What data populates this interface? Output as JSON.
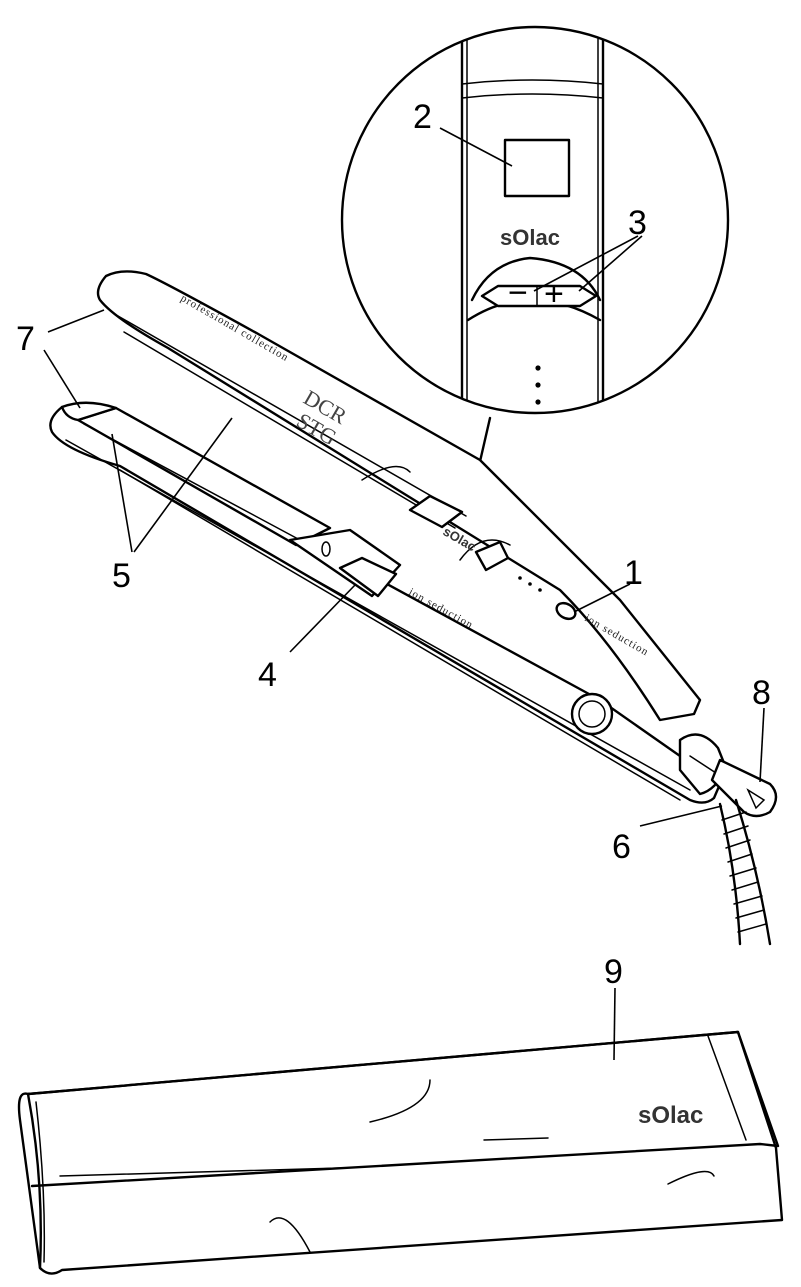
{
  "brand": "sOlac",
  "texts": {
    "professional": "professional collection",
    "ion_upper": "ion seduction",
    "ion_lower": "ion seduction",
    "model_a": "DCR",
    "model_b": "STG",
    "minus": "−",
    "plus": "+"
  },
  "callouts": [
    {
      "id": "1",
      "label": "1"
    },
    {
      "id": "2",
      "label": "2"
    },
    {
      "id": "3",
      "label": "3"
    },
    {
      "id": "4",
      "label": "4"
    },
    {
      "id": "5",
      "label": "5"
    },
    {
      "id": "6",
      "label": "6"
    },
    {
      "id": "7",
      "label": "7"
    },
    {
      "id": "8",
      "label": "8"
    },
    {
      "id": "9",
      "label": "9"
    }
  ]
}
